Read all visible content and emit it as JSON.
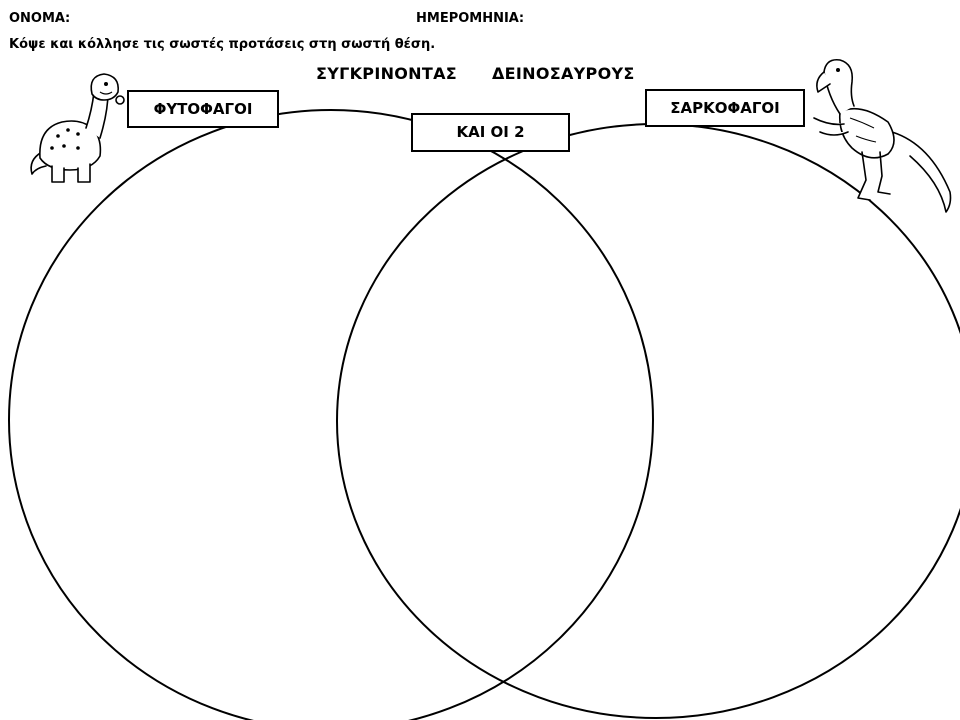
{
  "header": {
    "name_label": "ΟΝΟΜΑ:",
    "date_label": "ΗΜΕΡΟΜΗΝΙΑ:",
    "instructions": "Κόψε και κόλλησε τις σωστές προτάσεις στη σωστή θέση."
  },
  "title": {
    "word1": "ΣΥΓΚΡΙΝΟΝΤΑΣ",
    "word2": "ΔΕΙΝΟΣΑΥΡΟΥΣ"
  },
  "venn": {
    "left_label": "ΦΥΤΟΦΑΓΟΙ",
    "center_label": "ΚΑΙ ΟΙ 2",
    "right_label": "ΣΑΡΚΟΦΑΓΟΙ"
  },
  "illustrations": {
    "left_icon": "cartoon-herbivore-dinosaur-icon",
    "right_icon": "carnivore-raptor-dinosaur-icon"
  }
}
